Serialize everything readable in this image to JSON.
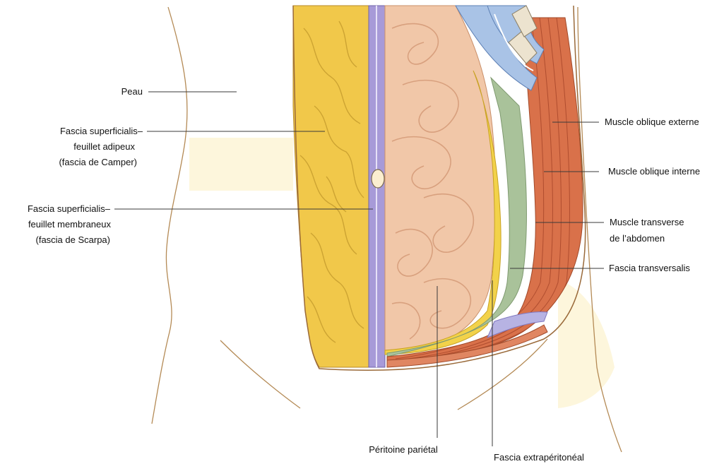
{
  "labels": {
    "skin": "Peau",
    "camper_1": "Fascia superficialis–",
    "camper_2": "feuillet adipeux",
    "camper_3": "(fascia de Camper)",
    "scarpa_1": "Fascia superficialis–",
    "scarpa_2": "feuillet membraneux",
    "scarpa_3": "(fascia de Scarpa)",
    "external_oblique": "Muscle oblique externe",
    "internal_oblique": "Muscle oblique interne",
    "transversus_1": "Muscle transverse",
    "transversus_2": "de l’abdomen",
    "fascia_transversalis": "Fascia transversalis",
    "parietal_peritoneum": "Péritoine pariétal",
    "extraperitoneal_fascia": "Fascia extrapéritonéal"
  },
  "colors": {
    "skin_tint": "#fdf6dc",
    "fat": "#f1c84a",
    "scarpa": "#a79ad8",
    "intestine": "#f1c7a8",
    "muscle": "#d9714a",
    "fascia_transversalis": "#a9c29a",
    "rib_cartilage": "#a9c3e6"
  }
}
